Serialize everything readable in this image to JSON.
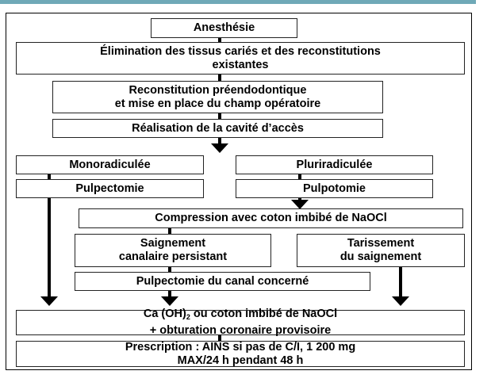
{
  "boxes": {
    "anesthesie": "Anesthésie",
    "elimination_l1": "Élimination des tissus cariés et des reconstitutions",
    "elimination_l2": "existantes",
    "reconstitution_l1": "Reconstitution préendodontique",
    "reconstitution_l2": "et mise en place du champ opératoire",
    "realisation": "Réalisation de la cavité d’accès",
    "monoradiculee": "Monoradiculée",
    "pluriradiculee": "Pluriradiculée",
    "pulpectomie": "Pulpectomie",
    "pulpotomie": "Pulpotomie",
    "compression": "Compression avec coton imbibé de NaOCl",
    "saignement_l1": "Saignement",
    "saignement_l2": "canalaire persistant",
    "tarissement_l1": "Tarissement",
    "tarissement_l2": "du saignement",
    "pulpectomie_canal": "Pulpectomie du canal concerné",
    "ca_prefix": "Ca (OH)",
    "ca_sub": "2",
    "ca_suffix": " ou coton imbibé de NaOCl",
    "obturation": "+ obturation coronaire provisoire",
    "prescription_l1": "Prescription : AINS si pas de C/I, 1 200 mg",
    "prescription_l2": "MAX/24 h pendant 48 h"
  }
}
